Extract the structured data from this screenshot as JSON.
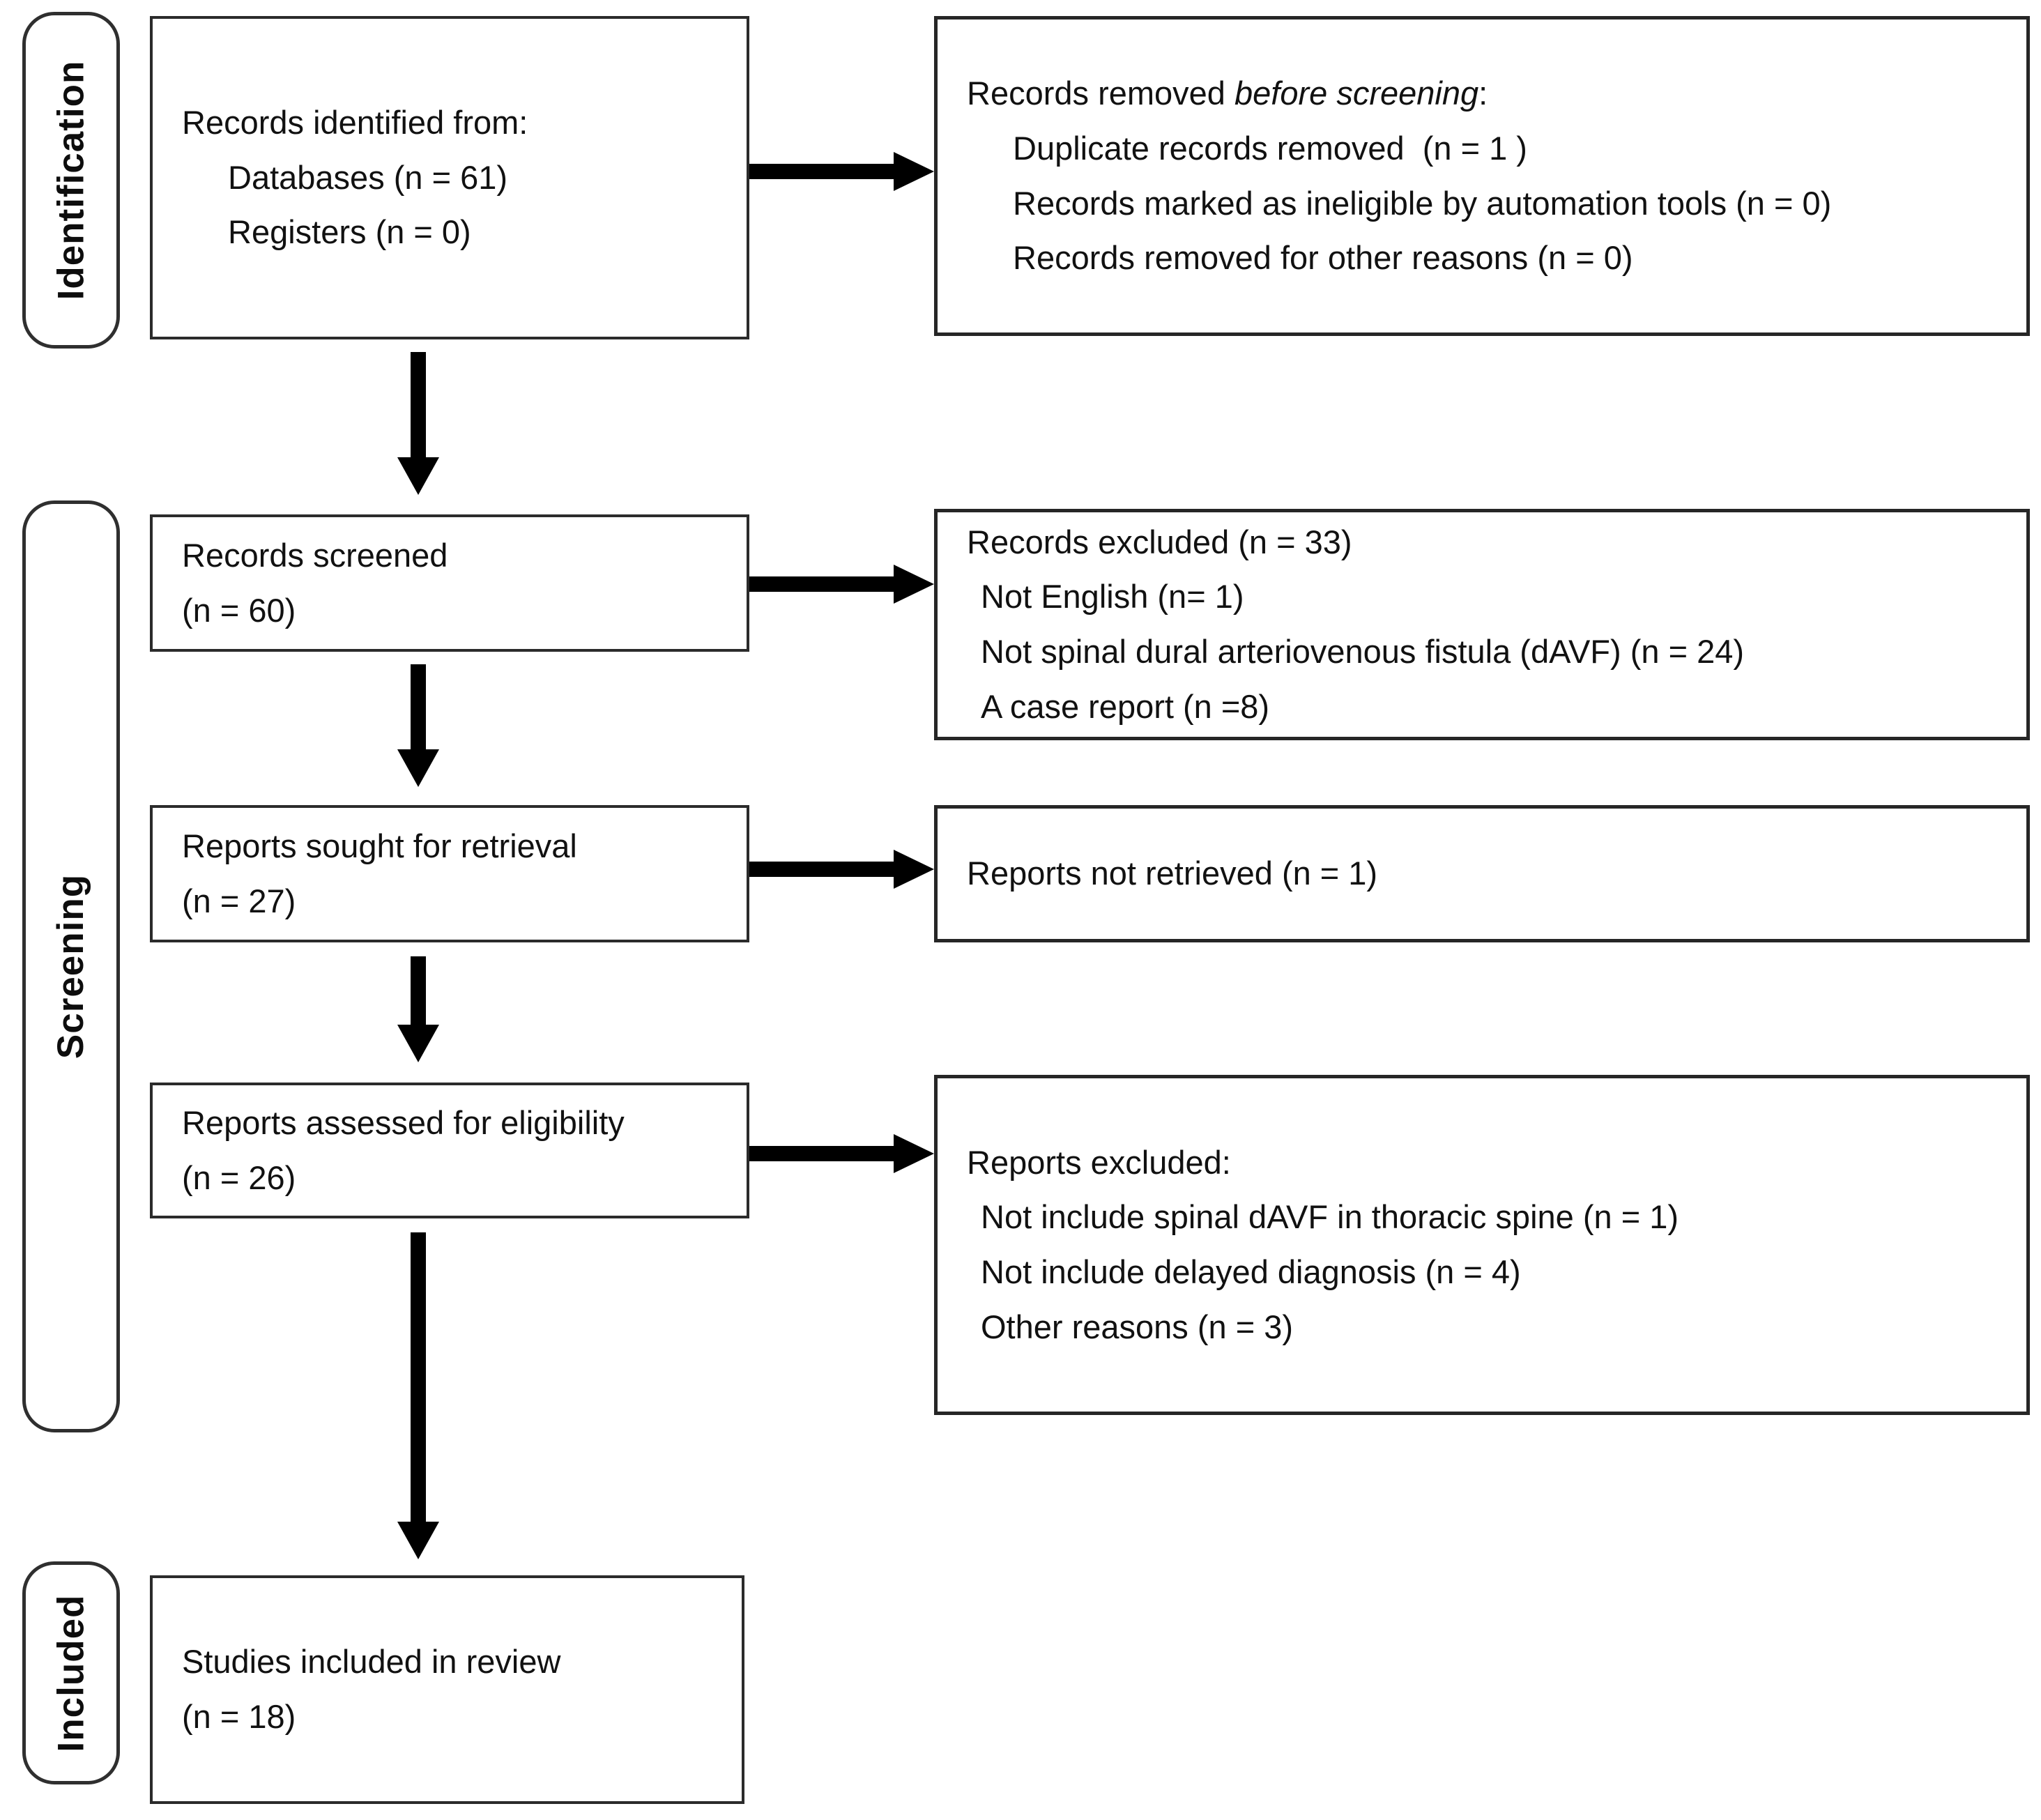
{
  "palette": {
    "ink": "#000000",
    "border": "#2b2b2b",
    "paper": "#ffffff"
  },
  "stages": [
    {
      "id": "identification",
      "label": "Identification"
    },
    {
      "id": "screening",
      "label": "Screening"
    },
    {
      "id": "included",
      "label": "Included"
    }
  ],
  "boxes": {
    "records_identified": {
      "title": "Records identified from:",
      "items": [
        "Databases (n = 61)",
        "Registers (n = 0)"
      ]
    },
    "records_removed": {
      "title_prefix": "Records removed ",
      "title_emphasis": "before screening",
      "title_suffix": ":",
      "items": [
        "Duplicate records removed  (n = 1 )",
        "Records marked as ineligible by automation tools (n = 0)",
        "Records removed for other reasons (n = 0)"
      ]
    },
    "records_screened": {
      "lines": [
        "Records screened",
        "(n = 60)"
      ]
    },
    "records_excluded": {
      "title": "Records excluded (n = 33)",
      "items": [
        "Not English (n= 1)",
        "Not spinal dural arteriovenous fistula (dAVF) (n = 24)",
        "A case report (n =8)"
      ]
    },
    "reports_sought": {
      "lines": [
        "Reports sought for retrieval",
        "(n = 27)"
      ]
    },
    "reports_not_retrieved": {
      "title": "Reports not retrieved (n = 1)"
    },
    "reports_assessed": {
      "lines": [
        "Reports assessed for eligibility",
        "(n = 26)"
      ]
    },
    "reports_excluded": {
      "title": "Reports excluded:",
      "items": [
        "Not include spinal dAVF in thoracic spine (n = 1)",
        "Not include delayed diagnosis (n = 4)",
        "Other reasons (n = 3)"
      ]
    },
    "studies_included": {
      "lines": [
        "Studies included in review",
        "(n = 18)"
      ]
    }
  }
}
